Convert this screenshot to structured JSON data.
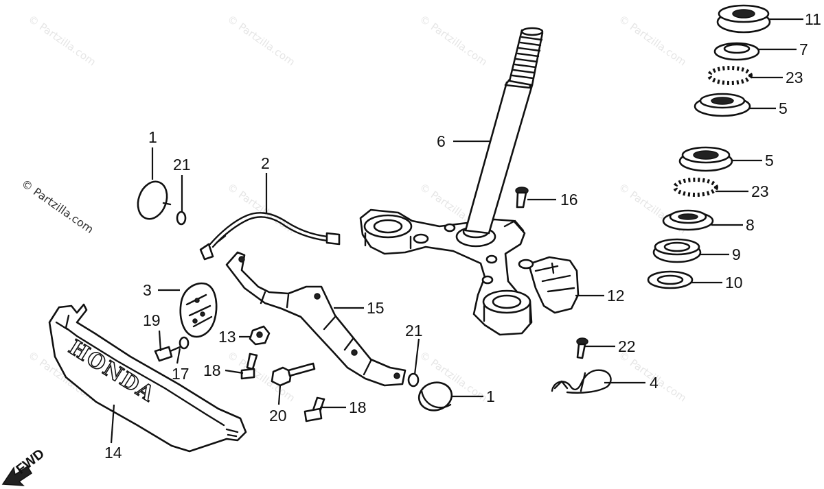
{
  "watermark": "© Partzilla.com",
  "fwd_marker": "FWD",
  "emblem_text": "HONDA",
  "callouts": [
    {
      "id": "c1a",
      "text": "1"
    },
    {
      "id": "c21a",
      "text": "21"
    },
    {
      "id": "c2",
      "text": "2"
    },
    {
      "id": "c6",
      "text": "6"
    },
    {
      "id": "c16",
      "text": "16"
    },
    {
      "id": "c11",
      "text": "11"
    },
    {
      "id": "c7",
      "text": "7"
    },
    {
      "id": "c23a",
      "text": "23"
    },
    {
      "id": "c5a",
      "text": "5"
    },
    {
      "id": "c5b",
      "text": "5"
    },
    {
      "id": "c23b",
      "text": "23"
    },
    {
      "id": "c8",
      "text": "8"
    },
    {
      "id": "c9",
      "text": "9"
    },
    {
      "id": "c10",
      "text": "10"
    },
    {
      "id": "c12",
      "text": "12"
    },
    {
      "id": "c3",
      "text": "3"
    },
    {
      "id": "c15",
      "text": "15"
    },
    {
      "id": "c19",
      "text": "19"
    },
    {
      "id": "c13",
      "text": "13"
    },
    {
      "id": "c17",
      "text": "17"
    },
    {
      "id": "c18a",
      "text": "18"
    },
    {
      "id": "c21b",
      "text": "21"
    },
    {
      "id": "c22",
      "text": "22"
    },
    {
      "id": "c4",
      "text": "4"
    },
    {
      "id": "c1b",
      "text": "1"
    },
    {
      "id": "c20",
      "text": "20"
    },
    {
      "id": "c18b",
      "text": "18"
    },
    {
      "id": "c14",
      "text": "14"
    }
  ]
}
